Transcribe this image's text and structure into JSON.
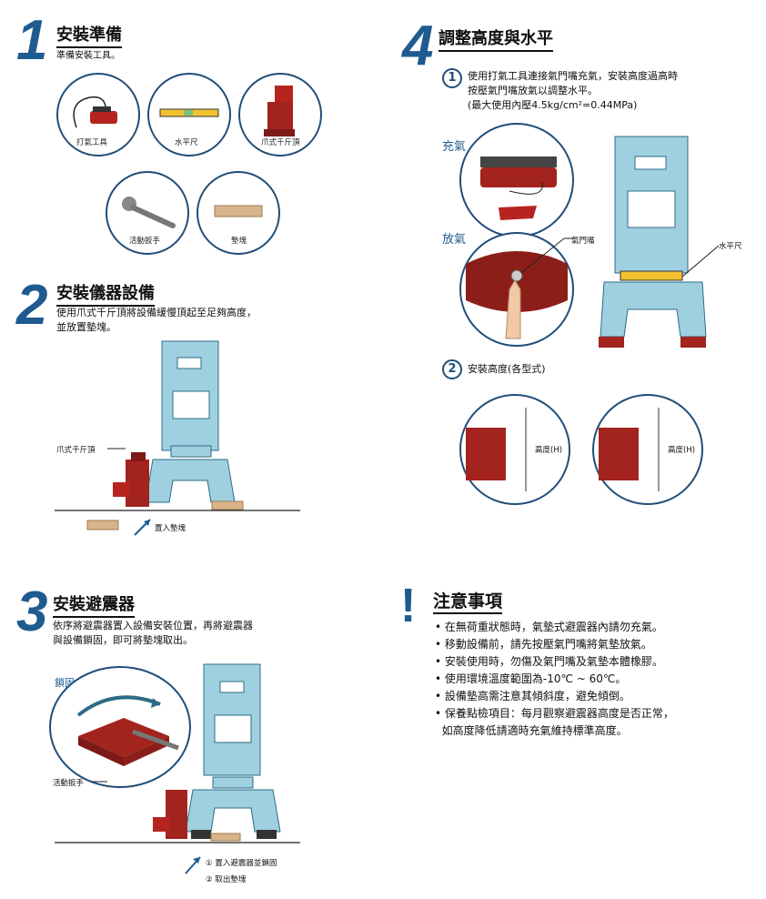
{
  "step1": {
    "number": "1",
    "title": "安裝準備",
    "desc": "準備安裝工具。",
    "tools": [
      "打氣工具",
      "水平尺",
      "爪式千斤頂",
      "活動扳手",
      "墊塊"
    ]
  },
  "step2": {
    "number": "2",
    "title": "安裝儀器設備",
    "desc_lines": [
      "使用爪式千斤頂將設備緩慢頂起至足夠高度，",
      "並放置墊塊。"
    ],
    "label_jack": "爪式千斤頂",
    "label_pad": "置入墊塊"
  },
  "step3": {
    "number": "3",
    "title": "安裝避震器",
    "desc_lines": [
      "依序將避震器置入設備安裝位置，再將避震器",
      "與設備鎖固，即可將墊塊取出。"
    ],
    "label_lock": "鎖固",
    "label_wrench": "活動扳手",
    "steps": [
      "① 置入避震器並鎖固",
      "② 取出墊塊"
    ]
  },
  "step4": {
    "number": "4",
    "title": "調整高度與水平",
    "sub1_num": "1",
    "sub1_lines": [
      "使用打氣工具連接氣門嘴充氣，安裝高度過高時",
      "按壓氣門嘴放氣以調整水平。",
      "(最大使用內壓4.5kg/cm²=0.44MPa)"
    ],
    "label_inflate": "充氣",
    "label_deflate": "放氣",
    "label_valve": "氣門嘴",
    "label_level": "水平尺",
    "sub2_num": "2",
    "sub2_title": "安裝高度(各型式)",
    "height_label": "高度(H)"
  },
  "notes": {
    "mark": "!",
    "title": "注意事項",
    "items": [
      "在無荷重狀態時，氣墊式避震器內請勿充氣。",
      "移動設備前，請先按壓氣門嘴將氣墊放氣。",
      "安裝使用時，勿傷及氣門嘴及氣墊本體橡膠。",
      "使用環境溫度範圍為-10℃ ~ 60℃。",
      "設備墊高需注意其傾斜度，避免傾倒。",
      "保養點檢項目：每月觀察避震器高度是否正常，",
      "如高度降低請適時充氣維持標準高度。"
    ]
  },
  "colors": {
    "accent": "#1f5b8f",
    "machine": "#9fd0e0",
    "red": "#a3231f",
    "wood": "#d9b48a"
  }
}
